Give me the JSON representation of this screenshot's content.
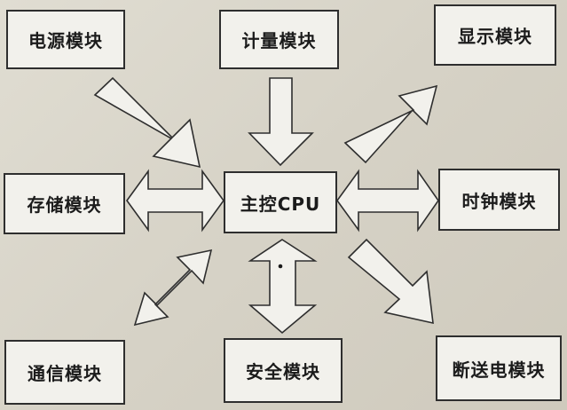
{
  "modules": {
    "power": "电源模块",
    "metering": "计量模块",
    "display": "显示模块",
    "storage": "存储模块",
    "cpu": "主控CPU",
    "clock": "时钟模块",
    "comm": "通信模块",
    "security": "安全模块",
    "relay": "断送电模块"
  },
  "connections": [
    {
      "from": "power",
      "to": "cpu",
      "direction": "to-cpu"
    },
    {
      "from": "metering",
      "to": "cpu",
      "direction": "to-cpu"
    },
    {
      "from": "cpu",
      "to": "display",
      "direction": "from-cpu"
    },
    {
      "from": "storage",
      "to": "cpu",
      "direction": "bidirectional"
    },
    {
      "from": "cpu",
      "to": "clock",
      "direction": "bidirectional"
    },
    {
      "from": "cpu",
      "to": "comm",
      "direction": "bidirectional"
    },
    {
      "from": "cpu",
      "to": "security",
      "direction": "bidirectional"
    },
    {
      "from": "cpu",
      "to": "relay",
      "direction": "from-cpu"
    }
  ]
}
